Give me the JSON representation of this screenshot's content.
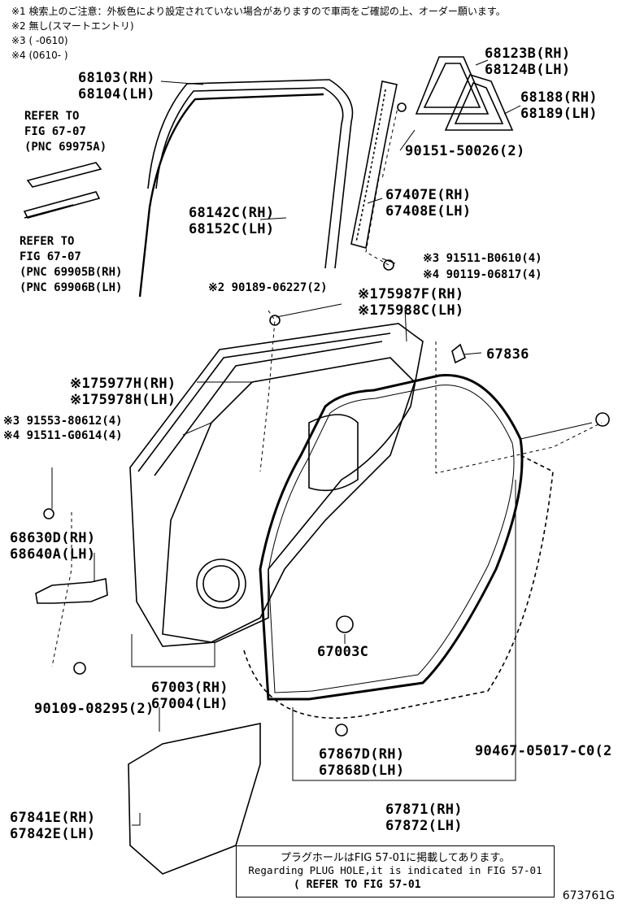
{
  "notes": [
    "※1 検索上のご注意：外板色により設定されていない場合がありますので車両をご確認の上、オーダー願います。",
    "※2 無し(スマートエントリ)",
    "※3 (      -0610)",
    "※4 (0610-      )"
  ],
  "parts": {
    "p68103": "68103(RH)",
    "p68104": "68104(LH)",
    "p68123": "68123B(RH)",
    "p68124": "68124B(LH)",
    "p68188": "68188(RH)",
    "p68189": "68189(LH)",
    "p90151": "90151-50026(2)",
    "p67407": "67407E(RH)",
    "p67408": "67408E(LH)",
    "p68142": "68142C(RH)",
    "p68152": "68152C(LH)",
    "p91511b": "※3 91511-B0610(4)",
    "p90119": "※4 90119-06817(4)",
    "p90189": "※2 90189-06227(2)",
    "p75987": "※175987F(RH)",
    "p75988": "※175988C(LH)",
    "p67836": "67836",
    "p75977": "※175977H(RH)",
    "p75978": "※175978H(LH)",
    "p91553": "※3 91553-80612(4)",
    "p91511g": "※4 91511-G0614(4)",
    "p68630": "68630D(RH)",
    "p68640": "68640A(LH)",
    "p67003c": "67003C",
    "p67003": "67003(RH)",
    "p67004": "67004(LH)",
    "p90109": "90109-08295(2)",
    "p67867": "67867D(RH)",
    "p67868": "67868D(LH)",
    "p90467": "90467-05017-C0(2",
    "p67871": "67871(RH)",
    "p67872": "67872(LH)",
    "p67841": "67841E(RH)",
    "p67842": "67842E(LH)"
  },
  "refs": {
    "ref1": [
      "REFER TO",
      "FIG 67-07",
      "(PNC 69975A)"
    ],
    "ref2": [
      "REFER TO",
      "FIG 67-07",
      "(PNC 69905B(RH)",
      "(PNC 69906B(LH)"
    ]
  },
  "plug": {
    "line1": "プラグホールはFIG 57-01に掲載してあります。",
    "line2": "Regarding PLUG HOLE,it is indicated in FIG 57-01",
    "line3": "(   REFER TO FIG 57-01"
  },
  "illustration_id": "673761G"
}
